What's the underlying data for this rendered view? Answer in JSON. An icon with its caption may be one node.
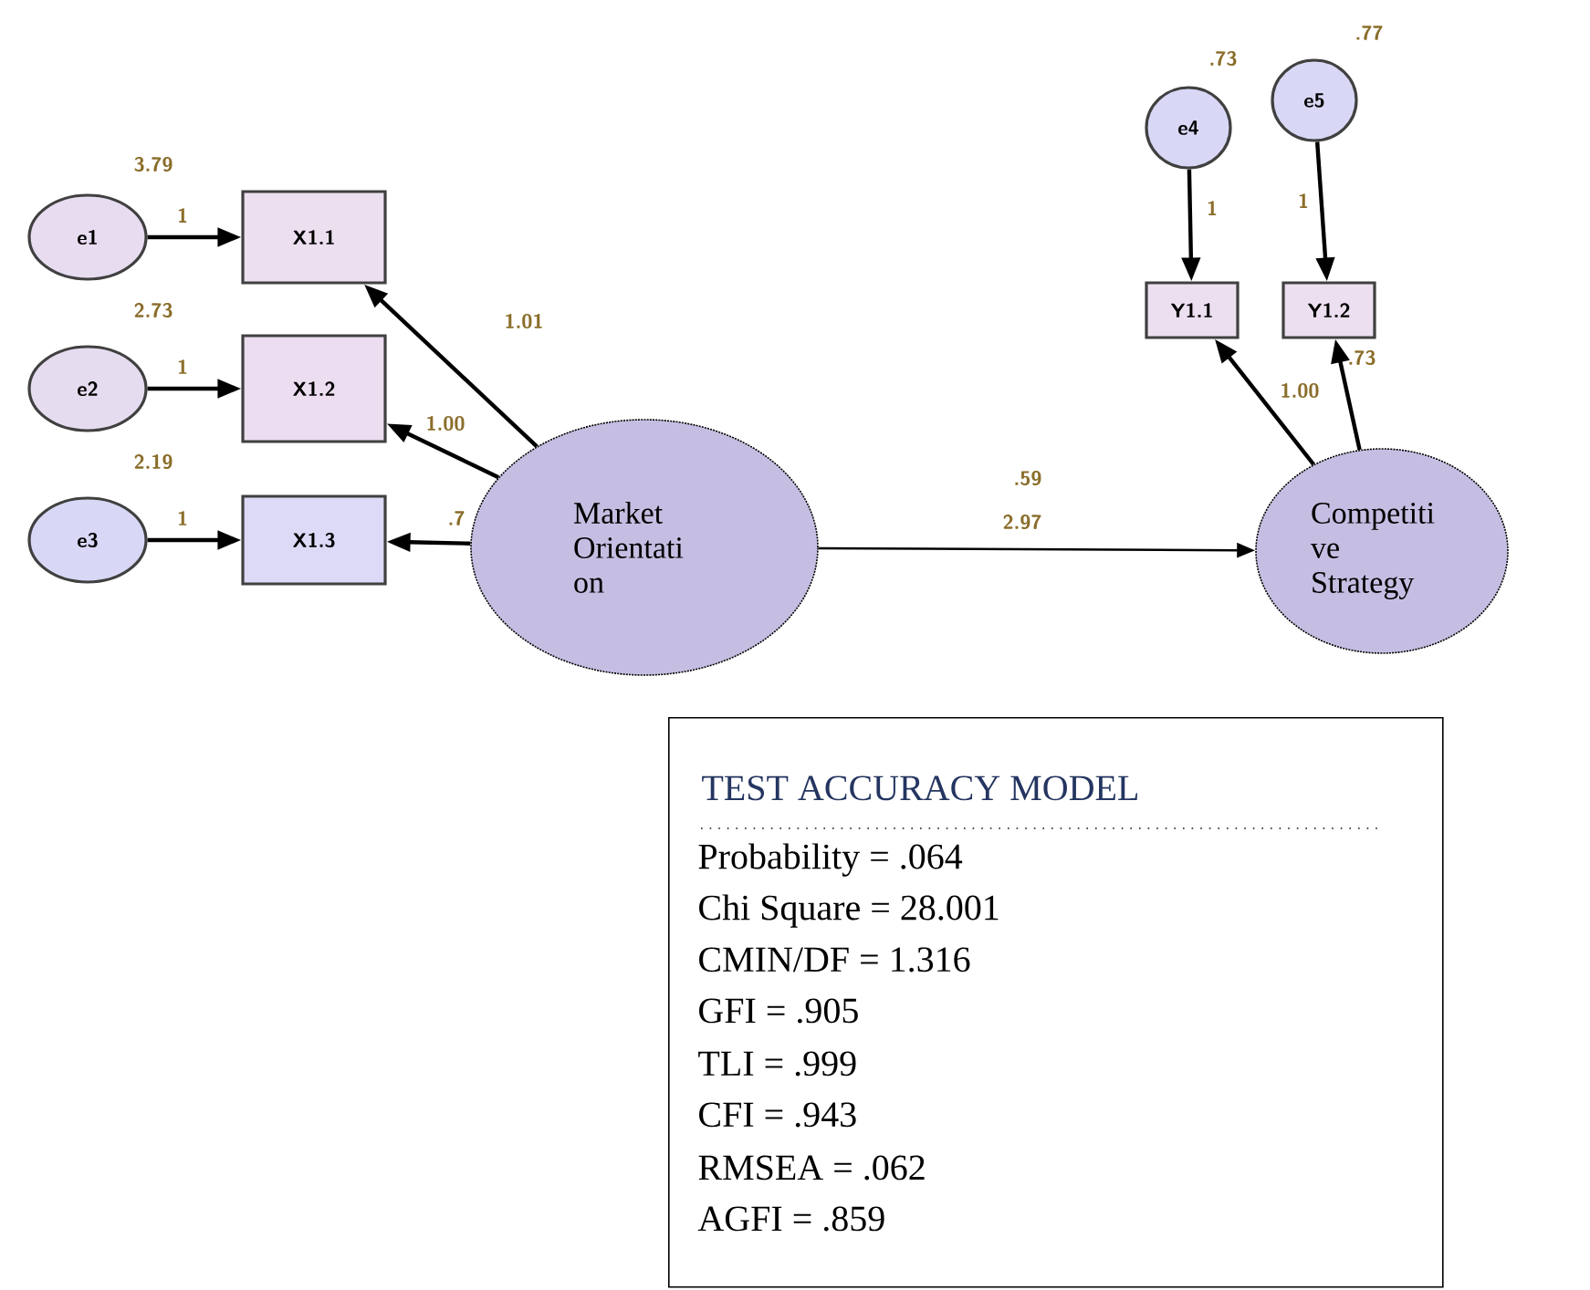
{
  "diagram": {
    "nodes": [
      {
        "text": [
          "e1"
        ],
        "beside": [
          "3.79"
        ]
      },
      {
        "text": [
          "e2"
        ],
        "beside": [
          "2.73"
        ]
      },
      {
        "text": [
          "e3"
        ],
        "beside": [
          "2.19"
        ]
      },
      {
        "text": [
          "X1.1"
        ]
      },
      {
        "text": [
          "X1.2"
        ]
      },
      {
        "text": [
          "X1.3"
        ]
      },
      {
        "text": [
          "Market Orientati on"
        ]
      },
      {
        "text": [
          "e4"
        ],
        "beside": [
          ".73"
        ]
      },
      {
        "text": [
          "e5"
        ],
        "beside": [
          ".77"
        ]
      },
      {
        "text": [
          "Y1.1"
        ]
      },
      {
        "text": [
          "Y1.2"
        ]
      },
      {
        "text": [
          "Competiti ve Strategy"
        ]
      },
      {
        "text": [
          "TEST ACCURACY MODEL",
          "Probability = .064",
          "Chi Square = 28.001",
          "CMIN/DF = 1.316",
          "GFI = .905",
          "TLI = .999",
          "CFI = .943",
          "RMSEA = .062",
          "AGFI = .859"
        ]
      }
    ],
    "edges": [
      {
        "from": 0,
        "to": 3,
        "arrow": "to",
        "label": "1"
      },
      {
        "from": 1,
        "to": 4,
        "arrow": "to",
        "label": "1"
      },
      {
        "from": 2,
        "to": 5,
        "arrow": "to",
        "label": "1"
      },
      {
        "from": 6,
        "to": 3,
        "arrow": "to",
        "label": "1.01"
      },
      {
        "from": 6,
        "to": 4,
        "arrow": "to",
        "label": "1.00"
      },
      {
        "from": 6,
        "to": 5,
        "arrow": "to",
        "label": ".7"
      },
      {
        "from": 7,
        "to": 9,
        "arrow": "to",
        "label": "1"
      },
      {
        "from": 8,
        "to": 10,
        "arrow": "to",
        "label": "1"
      },
      {
        "from": 11,
        "to": 9,
        "arrow": "to",
        "label": "1.00"
      },
      {
        "from": 11,
        "to": 10,
        "arrow": "to",
        "label": ".73"
      },
      {
        "from": 6,
        "to": 11,
        "arrow": "to",
        "label": "2.97"
      }
    ],
    "labels": [
      ".59"
    ]
  }
}
